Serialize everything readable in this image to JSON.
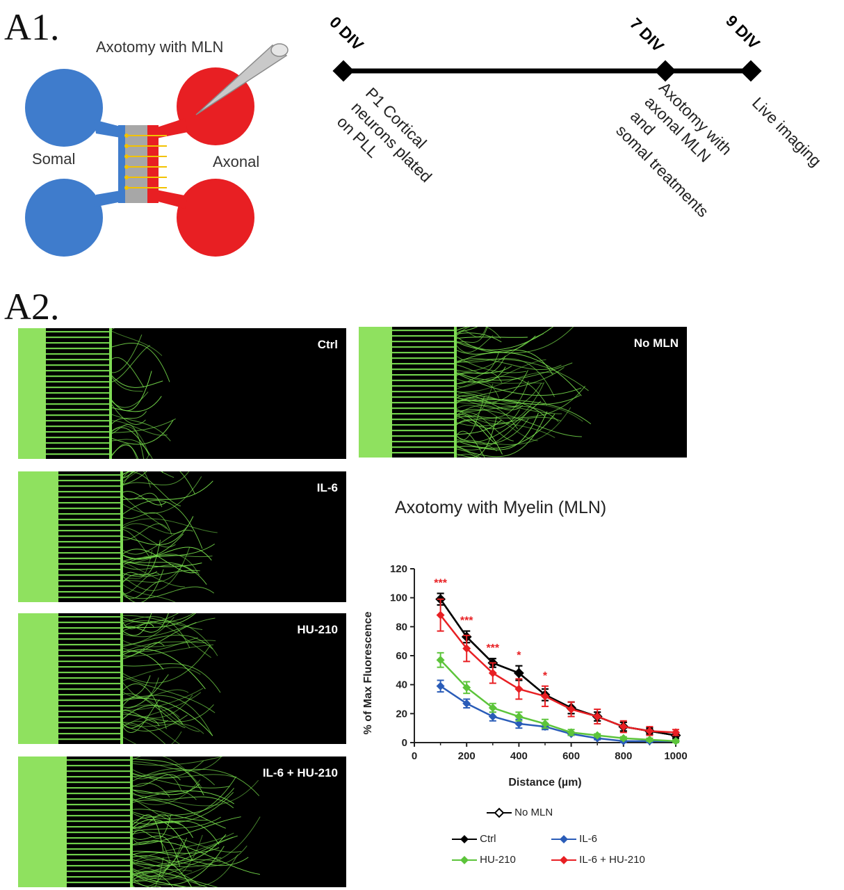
{
  "panels": {
    "a1": "A1.",
    "a2": "A2."
  },
  "device_diagram": {
    "tool_label": "Axotomy with MLN",
    "somal_label": "Somal",
    "axonal_label": "Axonal",
    "colors": {
      "somal": "#3f7ccc",
      "axonal": "#e81f23",
      "channels": "#a7a7a7"
    }
  },
  "timeline": {
    "points": [
      {
        "label": "0 DIV",
        "event": "P1 Cortical\nneurons plated\non PLL"
      },
      {
        "label": "7 DIV",
        "event": "Axotomy with\naxonal MLN\nand\nsomal treatments"
      },
      {
        "label": "9 DIV",
        "event": "Live imaging"
      }
    ]
  },
  "micrographs": [
    {
      "label": "Ctrl"
    },
    {
      "label": "No MLN"
    },
    {
      "label": "IL-6"
    },
    {
      "label": "HU-210"
    },
    {
      "label": "IL-6 + HU-210"
    }
  ],
  "chart_data": {
    "type": "line",
    "title": "Axotomy with Myelin (MLN)",
    "xlabel": "Distance (µm)",
    "ylabel": "% of Max Fluorescence",
    "xlim": [
      0,
      1000
    ],
    "ylim": [
      0,
      120
    ],
    "x_ticks": [
      "0",
      "200",
      "400",
      "600",
      "800",
      "1000"
    ],
    "y_ticks": [
      "0",
      "20",
      "40",
      "60",
      "80",
      "100",
      "120"
    ],
    "x": [
      100,
      200,
      300,
      400,
      500,
      600,
      700,
      800,
      900,
      1000
    ],
    "series": [
      {
        "name": "No MLN",
        "color": "#000000",
        "marker": "open-diamond",
        "values": [
          99,
          73,
          55,
          48,
          33,
          24,
          18,
          11,
          8,
          5
        ],
        "errors": [
          4,
          4,
          3,
          5,
          4,
          4,
          3,
          3,
          2,
          2
        ]
      },
      {
        "name": "Ctrl",
        "color": "#000000",
        "marker": "diamond",
        "values": [
          99,
          73,
          55,
          48,
          33,
          24,
          18,
          11,
          8,
          5
        ],
        "errors": [
          4,
          4,
          3,
          5,
          4,
          4,
          3,
          3,
          2,
          2
        ]
      },
      {
        "name": "IL-6",
        "color": "#2a5cb8",
        "marker": "diamond",
        "values": [
          39,
          27,
          18,
          13,
          11,
          6,
          3,
          1,
          1,
          1
        ],
        "errors": [
          4,
          3,
          3,
          3,
          2,
          1,
          1,
          1,
          1,
          1
        ]
      },
      {
        "name": "HU-210",
        "color": "#5cc43a",
        "marker": "diamond",
        "values": [
          57,
          38,
          24,
          18,
          13,
          7,
          5,
          3,
          2,
          1
        ],
        "errors": [
          5,
          4,
          3,
          3,
          3,
          2,
          1,
          1,
          1,
          1
        ]
      },
      {
        "name": "IL-6 + HU-210",
        "color": "#e81f23",
        "marker": "diamond",
        "values": [
          88,
          65,
          48,
          37,
          32,
          23,
          18,
          11,
          8,
          7
        ],
        "errors": [
          11,
          9,
          7,
          7,
          7,
          5,
          5,
          4,
          3,
          2
        ]
      }
    ],
    "significance": [
      {
        "x": 100,
        "text": "***"
      },
      {
        "x": 200,
        "text": "***"
      },
      {
        "x": 300,
        "text": "***"
      },
      {
        "x": 400,
        "text": "*"
      },
      {
        "x": 500,
        "text": "*"
      }
    ],
    "significance_color": "#e81f23",
    "grid": false
  }
}
